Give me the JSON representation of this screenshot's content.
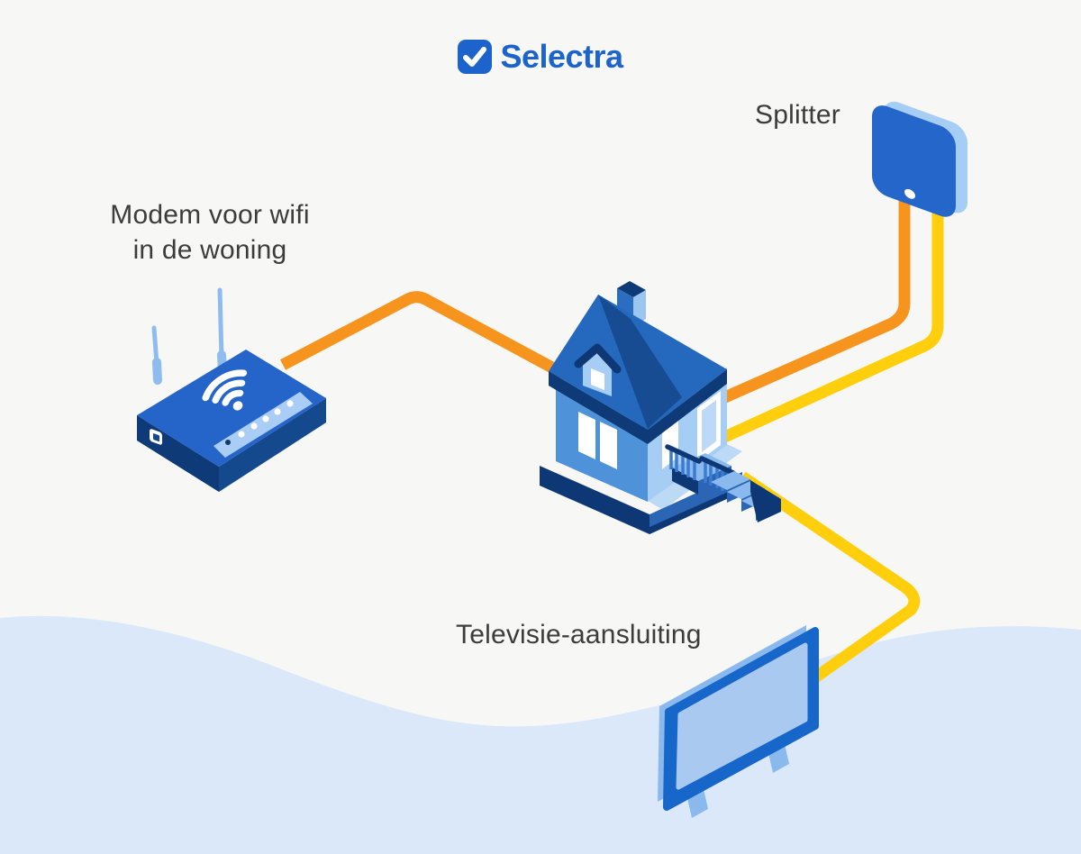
{
  "brand": {
    "name": "Selectra",
    "logo_color": "#1d63cc"
  },
  "background": {
    "page_color": "#f7f8f6",
    "wave_color": "#dbe8fa"
  },
  "labels": {
    "modem": {
      "line1": "Modem voor wifi",
      "line2": "in de woning"
    },
    "splitter": "Splitter",
    "tv": "Televisie-aansluiting"
  },
  "diagram": {
    "nodes": [
      {
        "id": "modem",
        "type": "wifi-router",
        "label": "Modem voor wifi in de woning"
      },
      {
        "id": "house",
        "type": "home",
        "label": ""
      },
      {
        "id": "splitter",
        "type": "splitter",
        "label": "Splitter"
      },
      {
        "id": "tv",
        "type": "television",
        "label": "Televisie-aansluiting"
      }
    ],
    "cables": [
      {
        "id": "modem-cable",
        "color": "#f7941e",
        "path": [
          "modem",
          "house",
          "splitter"
        ]
      },
      {
        "id": "tv-cable",
        "color": "#ffce0d",
        "path": [
          "splitter",
          "house",
          "tv"
        ]
      }
    ]
  }
}
